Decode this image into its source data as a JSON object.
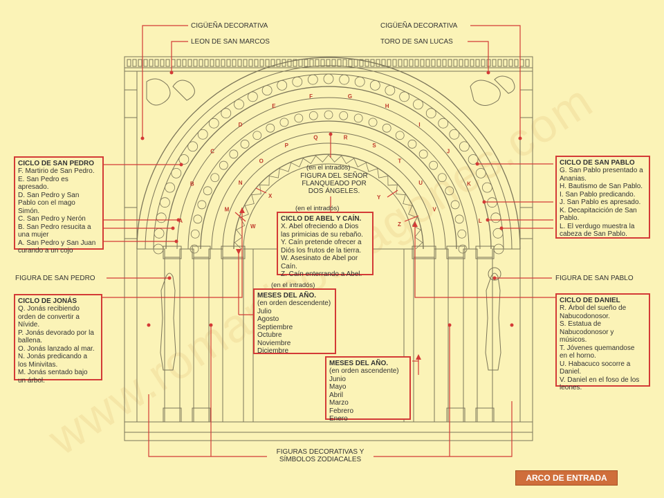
{
  "labels": {
    "ciguena_izq": "CIGÜEÑA DECORATIVA",
    "ciguena_der": "CIGÜEÑA DECORATIVA",
    "leon": "LEON DE SAN MARCOS",
    "toro": "TORO DE SAN LUCAS",
    "intrados_1": "(en el intradós)",
    "figura_senor": "FIGURA DEL SEÑOR FLANQUEADO POR DOS ÁNGELES.",
    "intrados_2": "(en el intradós)",
    "intrados_3": "(en el intradós)",
    "figura_san_pedro": "FIGURA DE SAN PEDRO",
    "figura_san_pablo": "FIGURA DE SAN PABLO",
    "figuras_decorativas": "FIGURAS DECORATIVAS Y SÍMBOLOS ZODIACALES",
    "badge": "ARCO DE ENTRADA",
    "watermark": "www.romanicoaragones.com"
  },
  "arch_letters": {
    "outer": [
      "A",
      "B",
      "C",
      "D",
      "E",
      "F",
      "G",
      "H",
      "I",
      "J",
      "K",
      "L"
    ],
    "inner": [
      "M",
      "N",
      "O",
      "P",
      "Q",
      "R",
      "S",
      "T",
      "U",
      "V"
    ],
    "markers": [
      "X",
      "W",
      "Y",
      "Z"
    ]
  },
  "boxes": {
    "san_pedro": {
      "title": "CICLO DE SAN PEDRO",
      "items": [
        "F. Martirio de San Pedro.",
        "E. San Pedro es",
        "apresado.",
        "D. San Pedro y San",
        "Pablo con el mago",
        "Simón.",
        "C. San Pedro y Nerón",
        "B. San Pedro resucita a",
        "una mujer",
        "A. San Pedro y San Juan",
        "curando a un cojo"
      ]
    },
    "jonas": {
      "title": "CICLO DE JONÁS",
      "items": [
        "Q. Jonás recibiendo",
        "orden de convertir a",
        "Nívide.",
        "P. Jonás devorado por la",
        "ballena.",
        "O. Jonás lanzado al mar.",
        "N. Jonás predicando a",
        "los Minivitas.",
        "M. Jonás sentado bajo",
        "un árbol."
      ]
    },
    "abel_cain": {
      "title": "CICLO DE ABEL Y CAÍN.",
      "items": [
        "X. Abel ofreciendo a Dios",
        "las primicias de su rebaño.",
        "Y. Caín pretende ofrecer a",
        "Diós los frutos de la tierra.",
        "W. Asesinato de Abel por",
        "Caín.",
        "Z. Caín enterrando a Abel."
      ]
    },
    "meses_desc": {
      "title": "MESES DEL AÑO.",
      "subtitle": "(en orden descendente)",
      "items": [
        "Julio",
        "Agosto",
        "Septiembre",
        "Octubre",
        "Noviembre",
        "Diciembre"
      ]
    },
    "meses_asc": {
      "title": "MESES DEL AÑO.",
      "subtitle": "(en orden ascendente)",
      "items": [
        "Junio",
        "Mayo",
        "Abril",
        "Marzo",
        "Febrero",
        "Enero"
      ]
    },
    "san_pablo": {
      "title": "CICLO DE SAN PABLO",
      "items": [
        "G. San Pablo presentado a",
        "Ananias.",
        "H. Bautismo de San Pablo.",
        "I. San Pablo predicando.",
        "J. San Pablo es apresado.",
        "K. Decapitacición de San",
        "Pablo.",
        "L. El verdugo muestra la",
        "cabeza de San Pablo."
      ]
    },
    "daniel": {
      "title": "CICLO DE DANIEL",
      "items": [
        "R. Árbol del sueño de",
        "Nabucodonosor.",
        "S. Estatua de",
        "Nabucodonosor y",
        "músicos.",
        "T. Jóvenes quemandose",
        "en el horno.",
        "U. Habacuco socorre a",
        "Daniel.",
        "V. Daniel en el foso de los",
        "leones."
      ]
    }
  },
  "colors": {
    "background": "#fbf3b7",
    "line_art": "#7a7458",
    "accent_red": "#d33a36",
    "badge_bg": "#cf6e3b",
    "watermark": "#f1dc9a"
  }
}
